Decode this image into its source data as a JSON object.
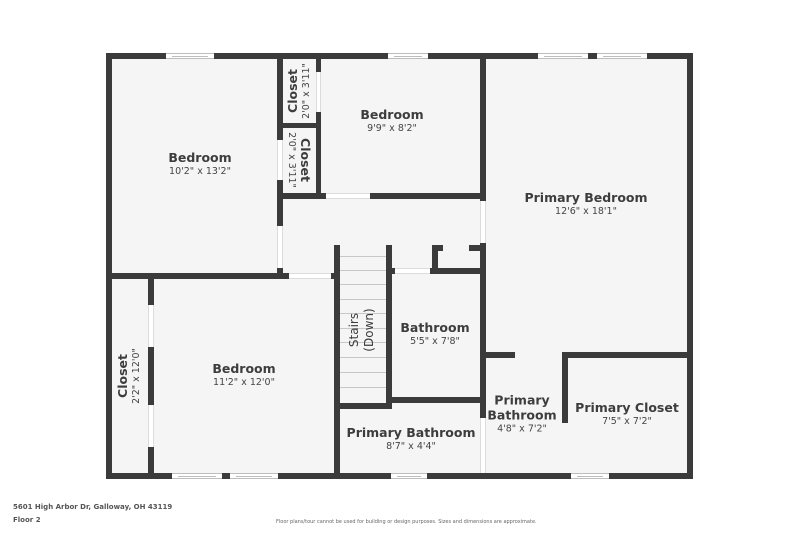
{
  "floor_plan": {
    "address": "5601 High Arbor Dr, Galloway, OH 43119",
    "floor": "Floor 2",
    "disclaimer": "Floor plans/tour cannot be used for building or design purposes. Sizes and dimensions are approximate.",
    "colors": {
      "wall": "#3b3b3b",
      "floor": "#f5f5f5",
      "background": "#ffffff",
      "text": "#3d3d3d"
    },
    "rooms": [
      {
        "name": "Bedroom",
        "dimensions": "10'2\" x 13'2\""
      },
      {
        "name": "Closet",
        "dimensions": "2'0\" x 3'11\""
      },
      {
        "name": "Closet",
        "dimensions": "2'0\" x 3'11\""
      },
      {
        "name": "Bedroom",
        "dimensions": "9'9\" x 8'2\""
      },
      {
        "name": "Primary Bedroom",
        "dimensions": "12'6\" x 18'1\""
      },
      {
        "name": "Closet",
        "dimensions": "2'2\" x 12'0\""
      },
      {
        "name": "Bedroom",
        "dimensions": "11'2\" x 12'0\""
      },
      {
        "name": "Stairs",
        "dimensions": "(Down)"
      },
      {
        "name": "Bathroom",
        "dimensions": "5'5\" x 7'8\""
      },
      {
        "name": "Primary Bathroom",
        "dimensions": "8'7\" x 4'4\""
      },
      {
        "name": "Primary Bathroom",
        "dimensions": "4'8\" x 7'2\"",
        "name_line1": "Primary",
        "name_line2": "Bathroom"
      },
      {
        "name": "Primary Closet",
        "dimensions": "7'5\" x 7'2\""
      }
    ]
  }
}
